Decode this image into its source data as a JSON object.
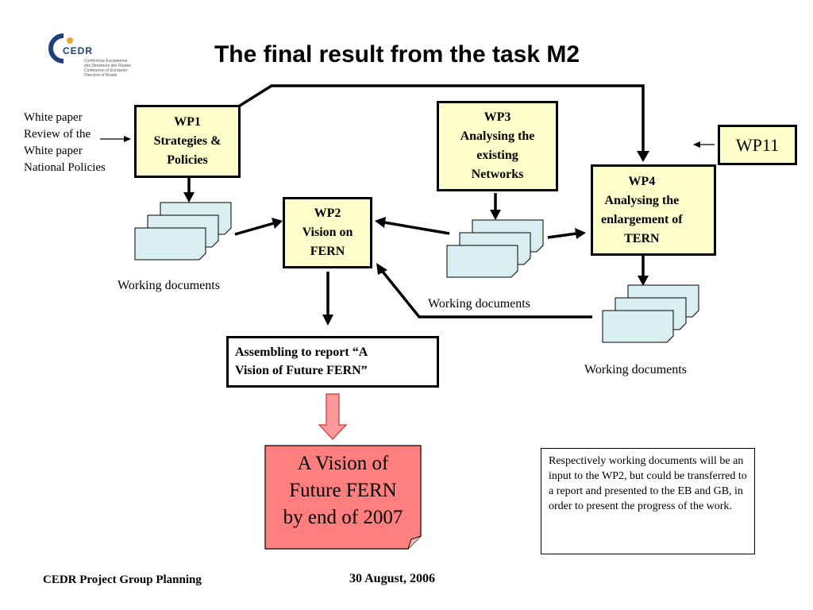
{
  "header": {
    "title": "The final result from the task M2",
    "logo": {
      "name": "CEDR",
      "lines": [
        "Conférence Européenne",
        "des Directeurs des Routes",
        "Conference of European",
        "Directors of Roads"
      ]
    }
  },
  "inputs_wp1": [
    "White paper",
    "Review of the",
    "White paper",
    "National Policies"
  ],
  "boxes": {
    "wp1": "WP1\nStrategies &\nPolicies",
    "wp2": "WP2\nVision on\nFERN",
    "wp3": "WP3\nAnalysing the\nexisting\nNetworks",
    "wp4": "WP4\nAnalysing the\nenlargement of\nTERN",
    "wp11": "WP11"
  },
  "working_documents": {
    "left": "Working documents",
    "middle": "Working documents",
    "right": "Working documents"
  },
  "assemble": "Assembling to report “A\nVision of Future FERN”",
  "vision": "A Vision of\nFuture FERN\nby end of 2007",
  "note": "Respectively working documents will be an input to the WP2, but could be transferred to a report and presented to the EB and GB, in order to present the progress of the work.",
  "footer": {
    "left": "CEDR Project Group Planning",
    "date": "30 August, 2006"
  },
  "colors": {
    "box_fill": "#ffffcc",
    "doc_fill": "#d9eef0",
    "vision_fill": "#ff7f7f",
    "arrow_fill": "#ff9999",
    "logo_blue": "#1f3f7a",
    "logo_accent": "#f2a23a"
  }
}
